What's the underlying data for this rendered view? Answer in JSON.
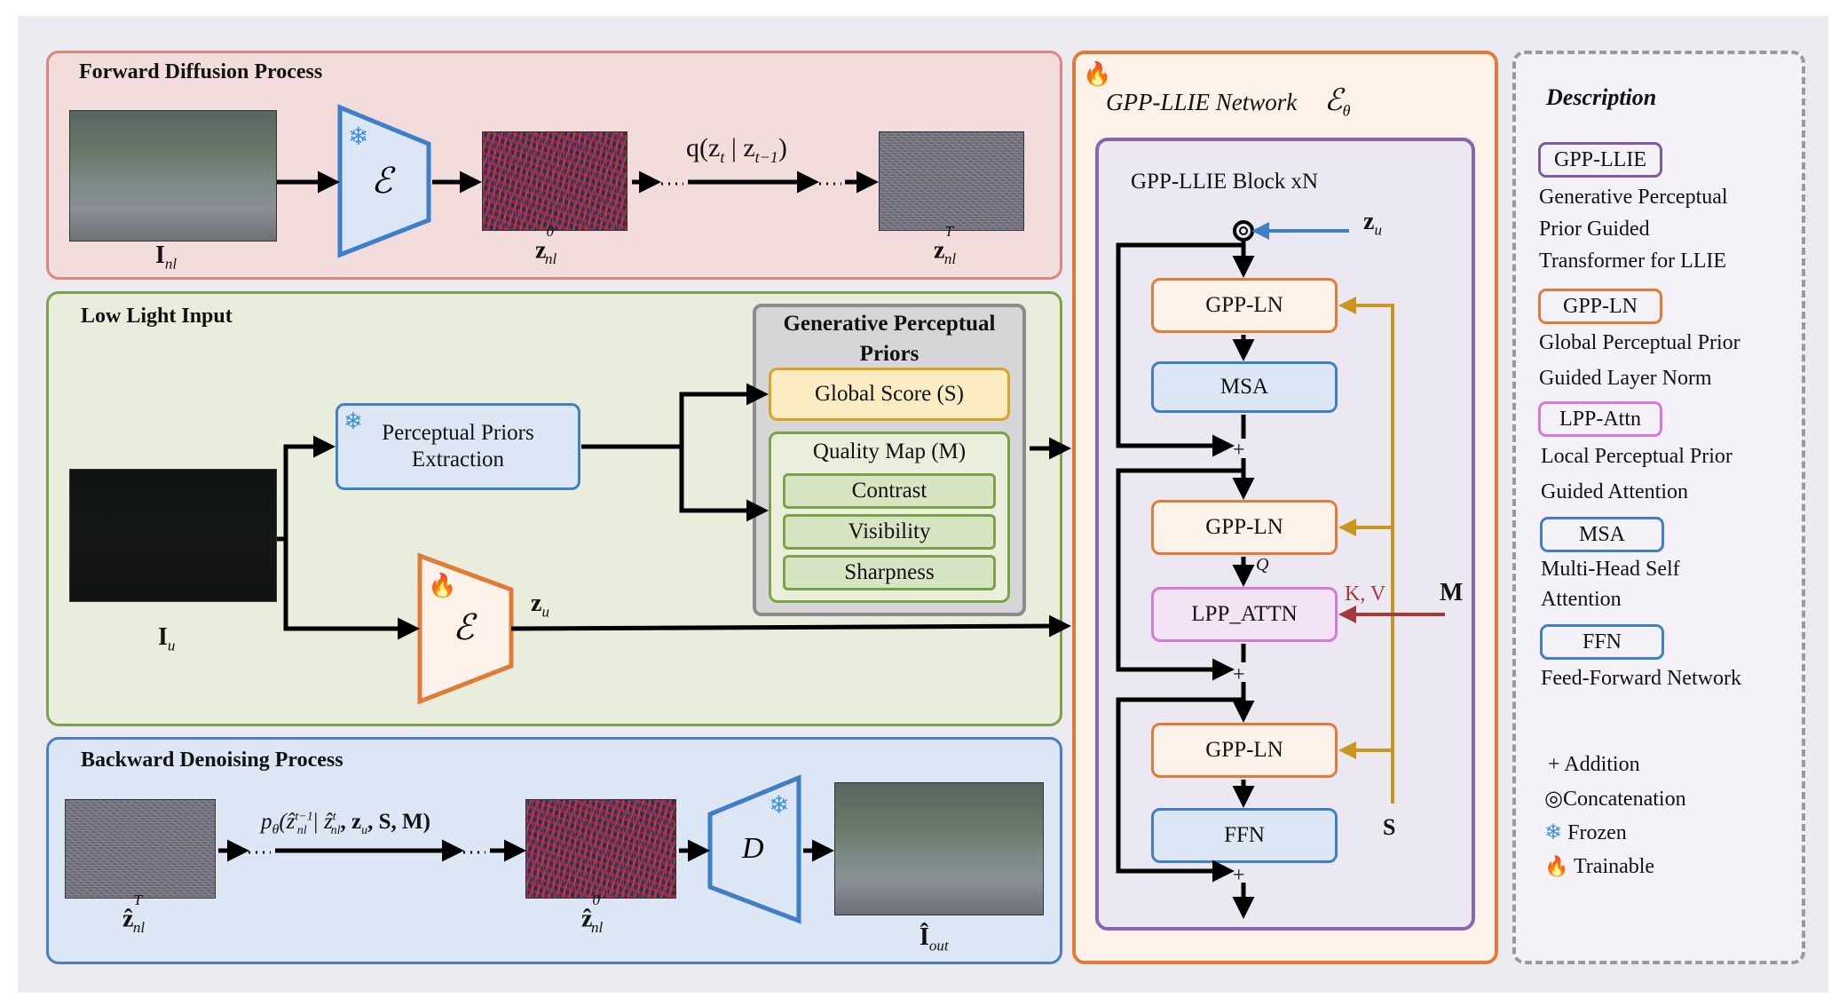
{
  "forward": {
    "title": "Forward Diffusion Process",
    "label_input": "I",
    "label_input_sub": "nl",
    "label_z0": "z",
    "label_z0_sub": "nl",
    "label_z0_sup": "0",
    "label_zT": "z",
    "label_zT_sub": "nl",
    "label_zT_sup": "T",
    "encoder_symbol": "ℰ",
    "transition": "q(z",
    "transition_t": "t",
    "transition_mid": " | z",
    "transition_t1": "t−1",
    "transition_close": ")"
  },
  "lowlight": {
    "title": "Low Light Input",
    "label_input": "I",
    "label_input_sub": "u",
    "ppe_label": "Perceptual Priors Extraction",
    "encoder_symbol": "ℰ",
    "zu": "z",
    "zu_sub": "u",
    "gpp_title": "Generative Perceptual Priors",
    "global_score": "Global Score (S)",
    "quality_map": "Quality Map (M)",
    "contrast": "Contrast",
    "visibility": "Visibility",
    "sharpness": "Sharpness"
  },
  "backward": {
    "title": "Backward Denoising Process",
    "label_zT": "ẑ",
    "label_zT_sub": "nl",
    "label_zT_sup": "T",
    "label_z0": "ẑ",
    "label_z0_sub": "nl",
    "label_z0_sup": "0",
    "transition": "p",
    "transition_theta": "θ",
    "transition_rest": "(ẑ",
    "transition_sup": "t−1",
    "transition_nl": "nl",
    "transition_cond": " | ẑ",
    "transition_cond_sup": "t",
    "transition_cond_sub": "nl",
    "transition_tail": ", z",
    "transition_tail_sub": "u",
    "transition_end": ", S, M)",
    "decoder_symbol": "D",
    "label_out": "Î",
    "label_out_sub": "out"
  },
  "network": {
    "title": "GPP-LLIE Network",
    "title_symbol": "ℰ",
    "title_symbol_sub": "θ",
    "block_label": "GPP-LLIE Block xN",
    "zu": "z",
    "zu_sub": "u",
    "ln1": "GPP-LN",
    "msa": "MSA",
    "ln2": "GPP-LN",
    "q_label": "Q",
    "lpp": "LPP_ATTN",
    "kv_label": "K, V",
    "m_label": "M",
    "ln3": "GPP-LN",
    "ffn": "FFN",
    "s_label": "S",
    "plus": "+"
  },
  "legend": {
    "title": "Description",
    "items": [
      {
        "tag": "GPP-LLIE",
        "lines": [
          "Generative Perceptual",
          "Prior Guided",
          "Transformer for LLIE"
        ],
        "color": "#7b5aa6"
      },
      {
        "tag": "GPP-LN",
        "lines": [
          "Global Perceptual Prior",
          "Guided Layer Norm"
        ],
        "color": "#e07b39"
      },
      {
        "tag": "LPP-Attn",
        "lines": [
          "Local Perceptual Prior",
          "Guided Attention"
        ],
        "color": "#d27bd8"
      },
      {
        "tag": "MSA",
        "lines": [
          "Multi-Head Self",
          "Attention"
        ],
        "color": "#3f7fc7"
      },
      {
        "tag": "FFN",
        "lines": [
          "Feed-Forward Network"
        ],
        "color": "#3f7fc7"
      }
    ],
    "symbols": [
      {
        "icon": "+",
        "text": "Addition"
      },
      {
        "icon": "◎",
        "text": "Concatenation"
      },
      {
        "icon": "❄",
        "text": "Frozen"
      },
      {
        "icon": "🔥",
        "text": "Trainable"
      }
    ]
  },
  "colors": {
    "forward_border": "#d9877f",
    "forward_fill": "#f3dcdc",
    "lowlight_border": "#7da04a",
    "lowlight_fill": "#e8eedb",
    "backward_border": "#4a7fc7",
    "backward_fill": "#dde6f5",
    "network_border": "#e07b39",
    "network_fill": "#fdf2ea",
    "block_border": "#8a64ad",
    "gold": "#c9961e",
    "kv_red": "#a33a3a"
  }
}
